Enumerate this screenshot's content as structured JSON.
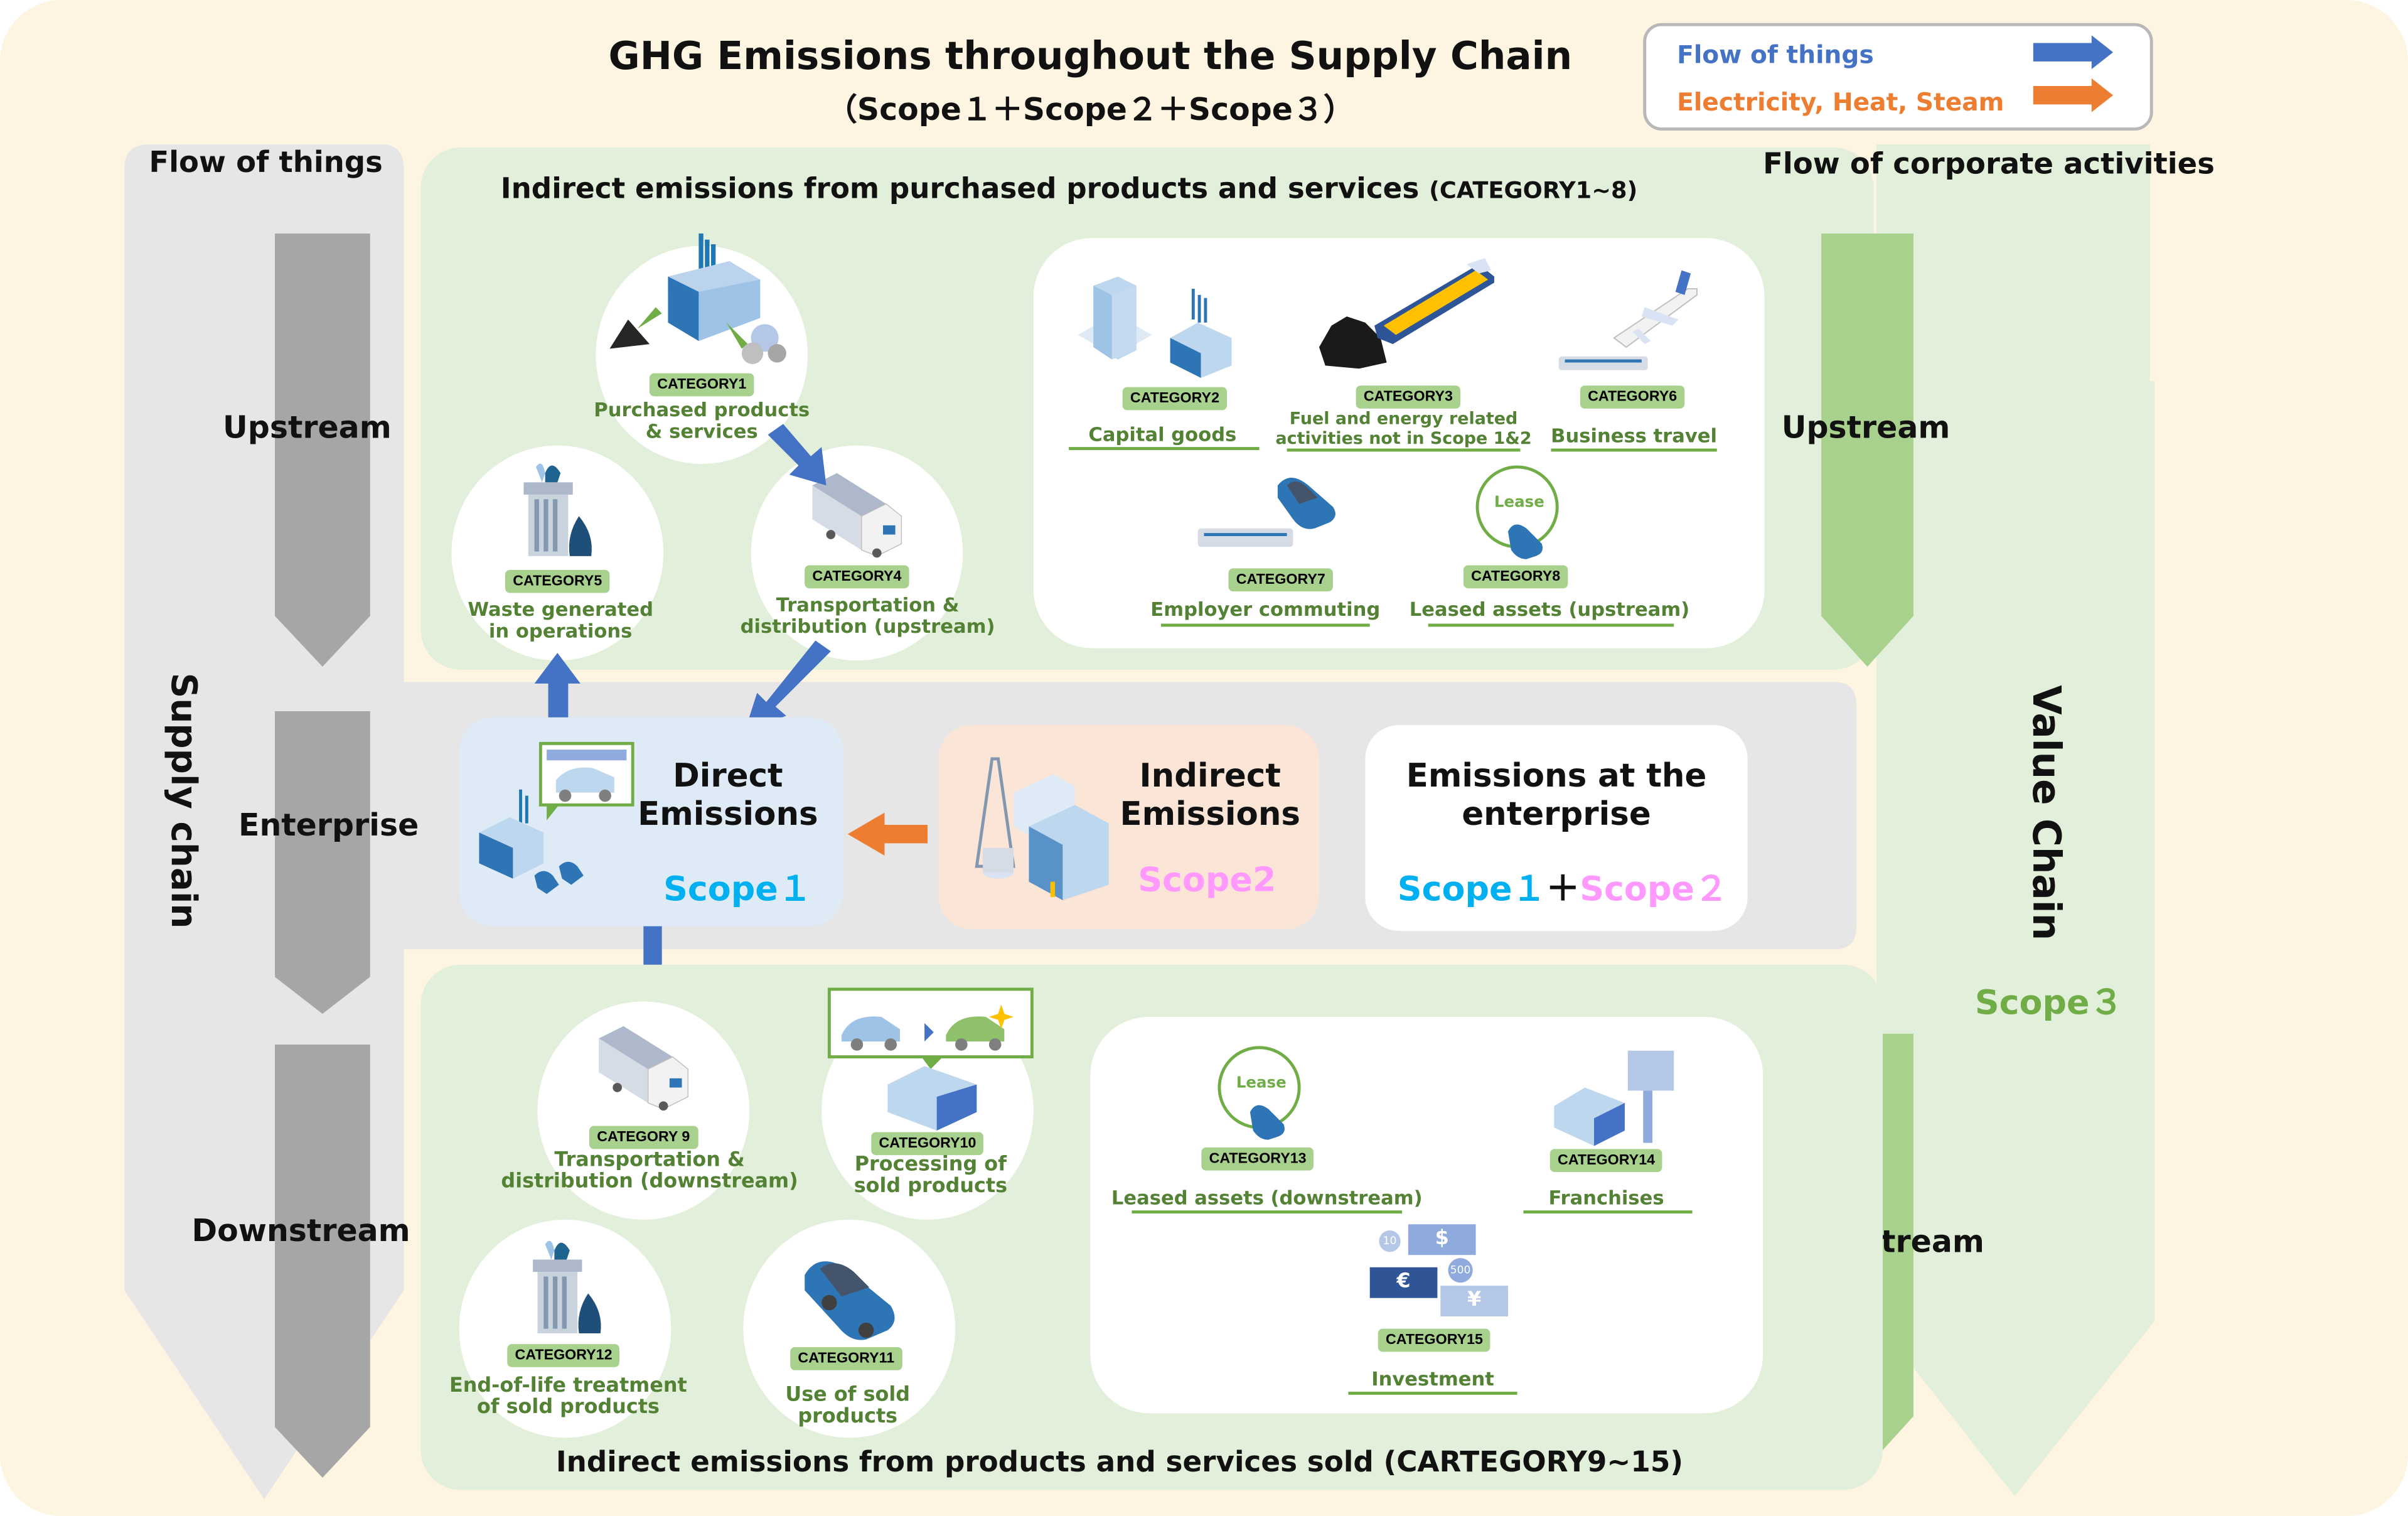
{
  "title": "GHG Emissions throughout the Supply Chain",
  "subtitle": "（Scope１＋Scope２＋Scope３）",
  "legend": {
    "items": [
      {
        "label": "Flow of things",
        "color": "#4472c4",
        "icon": "arrow-right-icon"
      },
      {
        "label": "Electricity, Heat, Steam",
        "color": "#ed7d31",
        "icon": "arrow-right-icon"
      }
    ]
  },
  "left_column": {
    "header": "Flow of things",
    "vertical_label": "Supply chain",
    "stages": [
      "Upstream",
      "Enterprise",
      "Downstream"
    ]
  },
  "right_column": {
    "header": "Flow of corporate activities",
    "vertical_label": "Value Chain",
    "scope_label": "Scope３",
    "stages": [
      "Upstream",
      "Downstream"
    ]
  },
  "upstream": {
    "title": "Indirect emissions from purchased products and services",
    "title_suffix": "(CATEGORY1~8)",
    "categories": [
      {
        "badge": "CATEGORY1",
        "lines": [
          "Purchased products",
          "& services"
        ],
        "icon": "factory-icon"
      },
      {
        "badge": "CATEGORY2",
        "lines": [
          "Capital goods"
        ],
        "icon": "office-building-icon"
      },
      {
        "badge": "CATEGORY3",
        "lines": [
          "Fuel and energy related",
          "activities not in Scope 1&2"
        ],
        "icon": "coal-ship-icon"
      },
      {
        "badge": "CATEGORY4",
        "lines": [
          "Transportation &",
          "distribution (upstream)"
        ],
        "icon": "truck-icon"
      },
      {
        "badge": "CATEGORY5",
        "lines": [
          "Waste generated",
          "in operations"
        ],
        "icon": "trash-can-icon"
      },
      {
        "badge": "CATEGORY6",
        "lines": [
          "Business travel"
        ],
        "icon": "airplane-train-icon"
      },
      {
        "badge": "CATEGORY7",
        "lines": [
          "Employer commuting"
        ],
        "icon": "car-train-icon"
      },
      {
        "badge": "CATEGORY8",
        "lines": [
          "Leased assets (upstream)"
        ],
        "icon": "lease-car-icon",
        "icon_text": "Lease"
      }
    ]
  },
  "enterprise": {
    "direct": {
      "title_lines": [
        "Direct",
        "Emissions"
      ],
      "scope": "Scope１",
      "scope_color": "#00b0f0"
    },
    "indirect": {
      "title_lines": [
        "Indirect",
        "Emissions"
      ],
      "scope": "Scope2",
      "scope_color": "#ff99ff"
    },
    "total": {
      "title_lines": [
        "Emissions at the",
        "enterprise"
      ],
      "scope_a": "Scope１",
      "plus": "＋",
      "scope_b": "Scope２"
    }
  },
  "downstream": {
    "title": "Indirect emissions from products and services sold (CARTEGORY9~15)",
    "categories": [
      {
        "badge": "CATEGORY 9",
        "lines": [
          "Transportation &",
          "distribution (downstream)"
        ],
        "icon": "truck-icon"
      },
      {
        "badge": "CATEGORY10",
        "lines": [
          "Processing of",
          "sold products"
        ],
        "icon": "processing-plant-icon"
      },
      {
        "badge": "CATEGORY11",
        "lines": [
          "Use of sold",
          "products"
        ],
        "icon": "car-icon"
      },
      {
        "badge": "CATEGORY12",
        "lines": [
          "End-of-life treatment",
          "of sold products"
        ],
        "icon": "trash-can-icon"
      },
      {
        "badge": "CATEGORY13",
        "lines": [
          "Leased assets (downstream)"
        ],
        "icon": "lease-car-icon",
        "icon_text": "Lease"
      },
      {
        "badge": "CATEGORY14",
        "lines": [
          "Franchises"
        ],
        "icon": "store-sign-icon"
      },
      {
        "badge": "CATEGORY15",
        "lines": [
          "Investment"
        ],
        "icon": "currency-icon",
        "symbols": [
          "10",
          "$",
          "500",
          "€",
          "¥"
        ]
      }
    ]
  },
  "colors": {
    "background": "#fdf5e1",
    "green_panel": "#e2efda",
    "gray_panel": "#e6e6e6",
    "gray_arrow": "#a6a6a6",
    "green_arrow": "#a9d18e",
    "badge": "#a9d18e",
    "category_text": "#548235",
    "flow_arrow": "#4472c4",
    "energy_arrow": "#ed7d31",
    "scope1": "#00b0f0",
    "scope2": "#ff99ff",
    "scope3": "#70ad47"
  }
}
